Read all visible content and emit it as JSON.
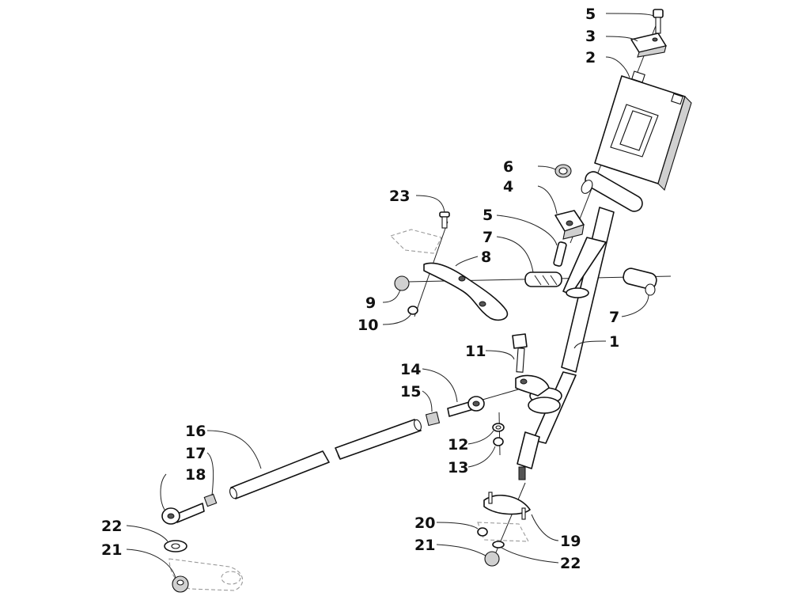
{
  "diagram": {
    "callouts": [
      "5",
      "3",
      "2",
      "6",
      "4",
      "23",
      "5",
      "7",
      "8",
      "9",
      "10",
      "7",
      "1",
      "11",
      "14",
      "15",
      "16",
      "17",
      "18",
      "12",
      "13",
      "22",
      "21",
      "20",
      "21",
      "19",
      "22"
    ]
  }
}
